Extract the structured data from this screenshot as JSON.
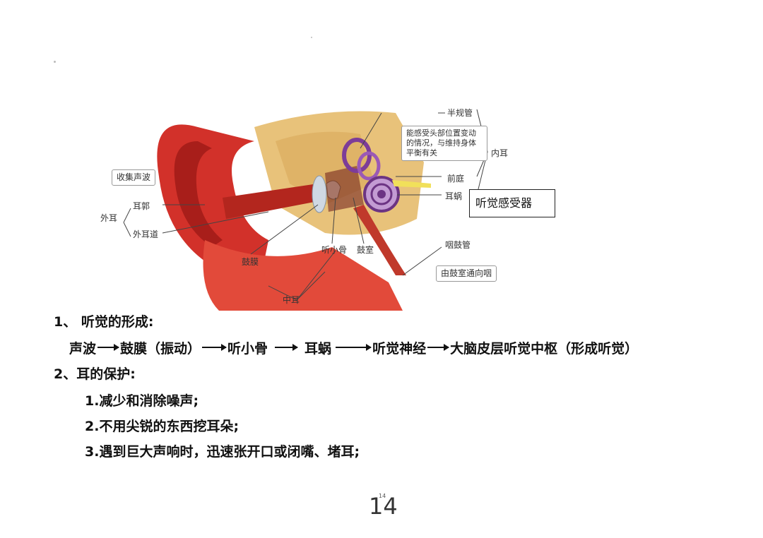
{
  "diagram": {
    "labels": {
      "collect_sound": "收集声波",
      "outer_ear": "外耳",
      "auricle": "耳郭",
      "ear_canal": "外耳道",
      "eardrum": "鼓膜",
      "middle_ear": "中耳",
      "ossicles": "听小骨",
      "tympanic_cavity": "鼓室",
      "semicircular_canals": "半规管",
      "balance_note": "能感受头部位置变动的情况，与维持身体平衡有关",
      "inner_ear": "内耳",
      "vestibule": "前庭",
      "cochlea": "耳蜗",
      "eustachian_tube": "咽鼓管",
      "tube_note": "由鼓室通向咽"
    },
    "receptor_box": "听觉感受器"
  },
  "section1": {
    "heading": "1、 听觉的形成:",
    "flow": [
      "声波",
      "鼓膜（振动）",
      "听小骨",
      "耳蜗",
      "听觉神经",
      "大脑皮层听觉中枢（形成听觉）"
    ]
  },
  "section2": {
    "heading": "2、耳的保护:",
    "items": [
      "1.减少和消除噪声;",
      "2.不用尖锐的东西挖耳朵;",
      "3.遇到巨大声响时，迅速张开口或闭嘴、堵耳;"
    ]
  },
  "page_number": "14",
  "page_number_small": "14"
}
